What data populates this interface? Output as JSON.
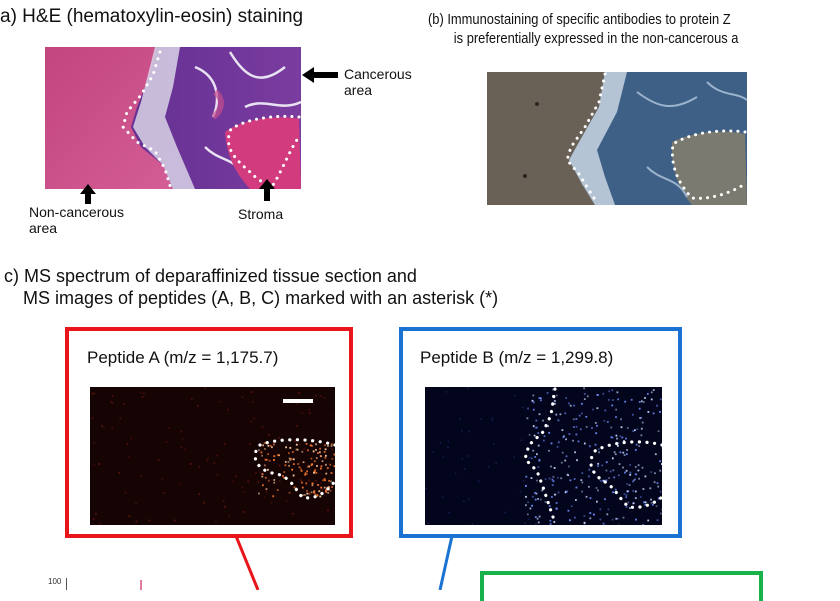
{
  "panel_a": {
    "caption": "a) H&E (hematoxylin-eosin) staining",
    "label_cancerous": "Cancerous",
    "label_cancerous_2": "area",
    "label_noncancerous": "Non-cancerous",
    "label_noncancerous_2": "area",
    "label_stroma": "Stroma"
  },
  "panel_b": {
    "caption_line1": "(b) Immunostaining of specific antibodies to protein Z",
    "caption_line2": "is preferentially expressed in the non-cancerous a"
  },
  "panel_c": {
    "caption_line1": "c) MS spectrum of deparaffinized tissue section and",
    "caption_line2": "MS images of peptides (A, B, C) marked with an asterisk (*)",
    "peptide_a_title": "Peptide A (m/z = 1,175.7)",
    "peptide_b_title": "Peptide B (m/z = 1,299.8)",
    "spectrum_axis_tick": "100"
  },
  "colors": {
    "peptide_a_frame": "#e8151a",
    "peptide_b_frame": "#1a72d2",
    "peptide_c_frame": "#18b24a"
  }
}
